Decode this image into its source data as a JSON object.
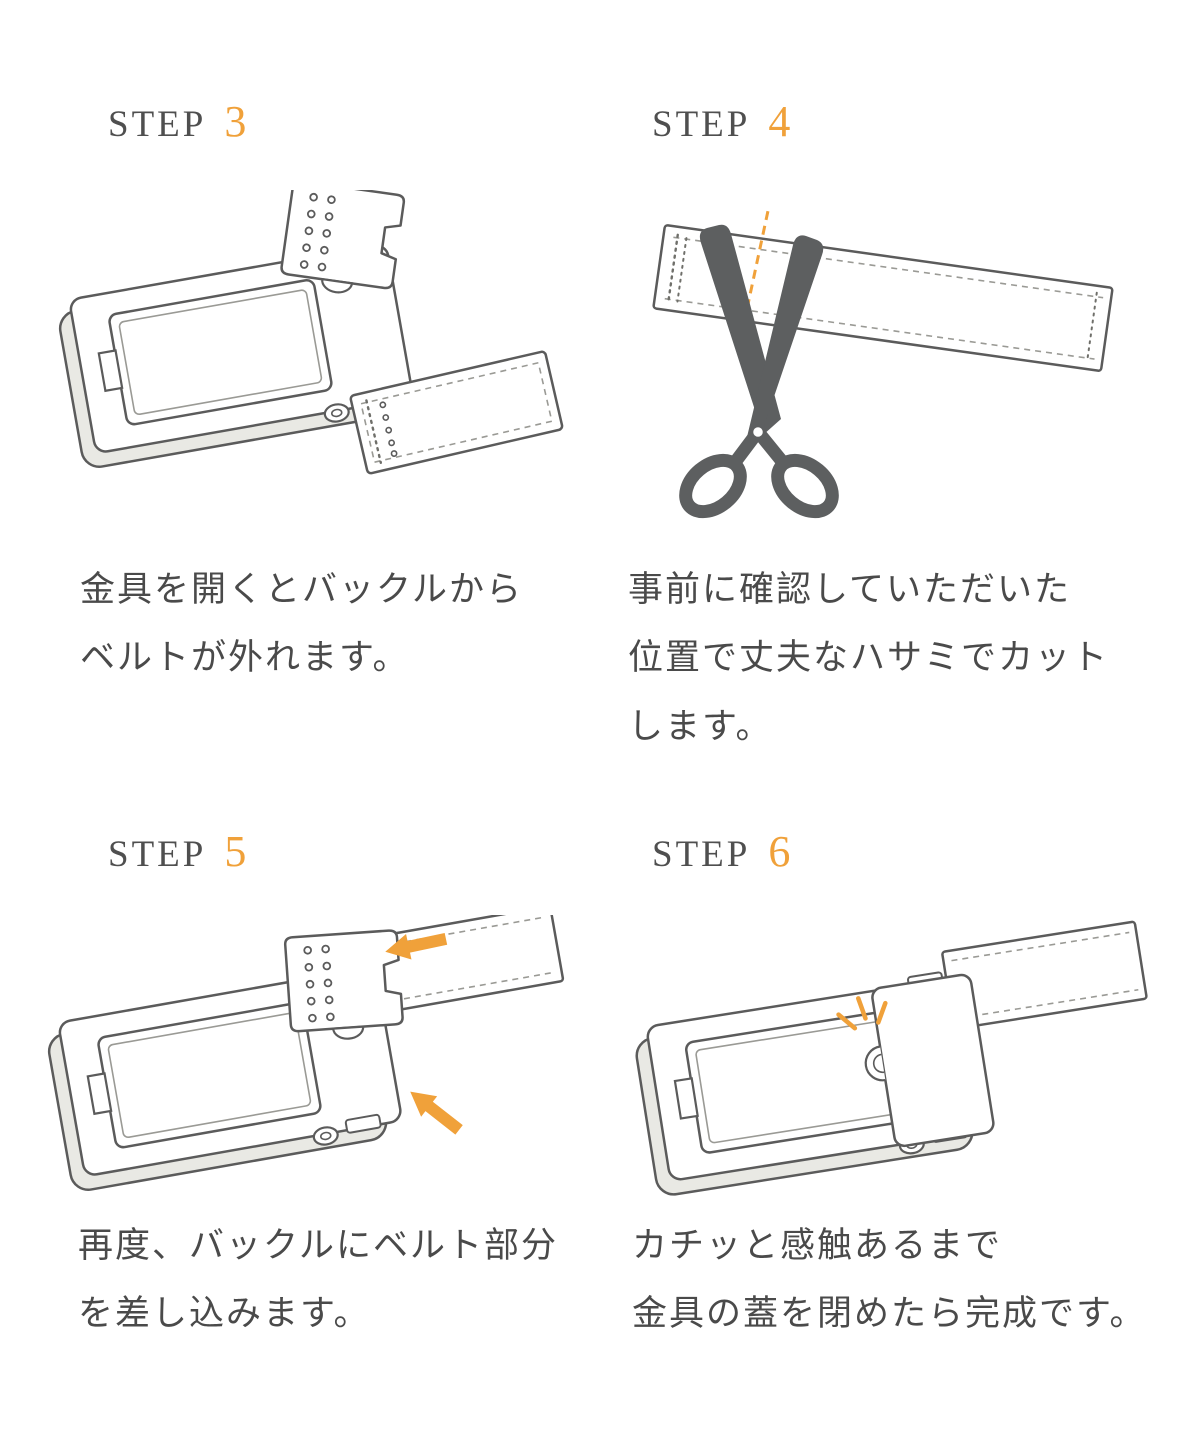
{
  "colors": {
    "accent_orange": "#F0A13A",
    "text": "#4a4a4a",
    "line": "#5b5b5b"
  },
  "steps": [
    {
      "label": "STEP",
      "number": "3",
      "caption_lines": [
        "金具を開くとバックルから",
        "ベルトが外れます。"
      ],
      "illustration": "open-buckle-with-detached-belt"
    },
    {
      "label": "STEP",
      "number": "4",
      "caption_lines": [
        "事前に確認していただいた",
        "位置で丈夫なハサミでカット",
        "します。"
      ],
      "illustration": "scissors-cutting-belt-at-marked-line"
    },
    {
      "label": "STEP",
      "number": "5",
      "caption_lines": [
        "再度、バックルにベルト部分",
        "を差し込みます。"
      ],
      "illustration": "inserting-belt-into-buckle"
    },
    {
      "label": "STEP",
      "number": "6",
      "caption_lines": [
        "カチッと感触あるまで",
        "金具の蓋を閉めたら完成です。"
      ],
      "illustration": "closing-buckle-lid-until-click"
    }
  ]
}
